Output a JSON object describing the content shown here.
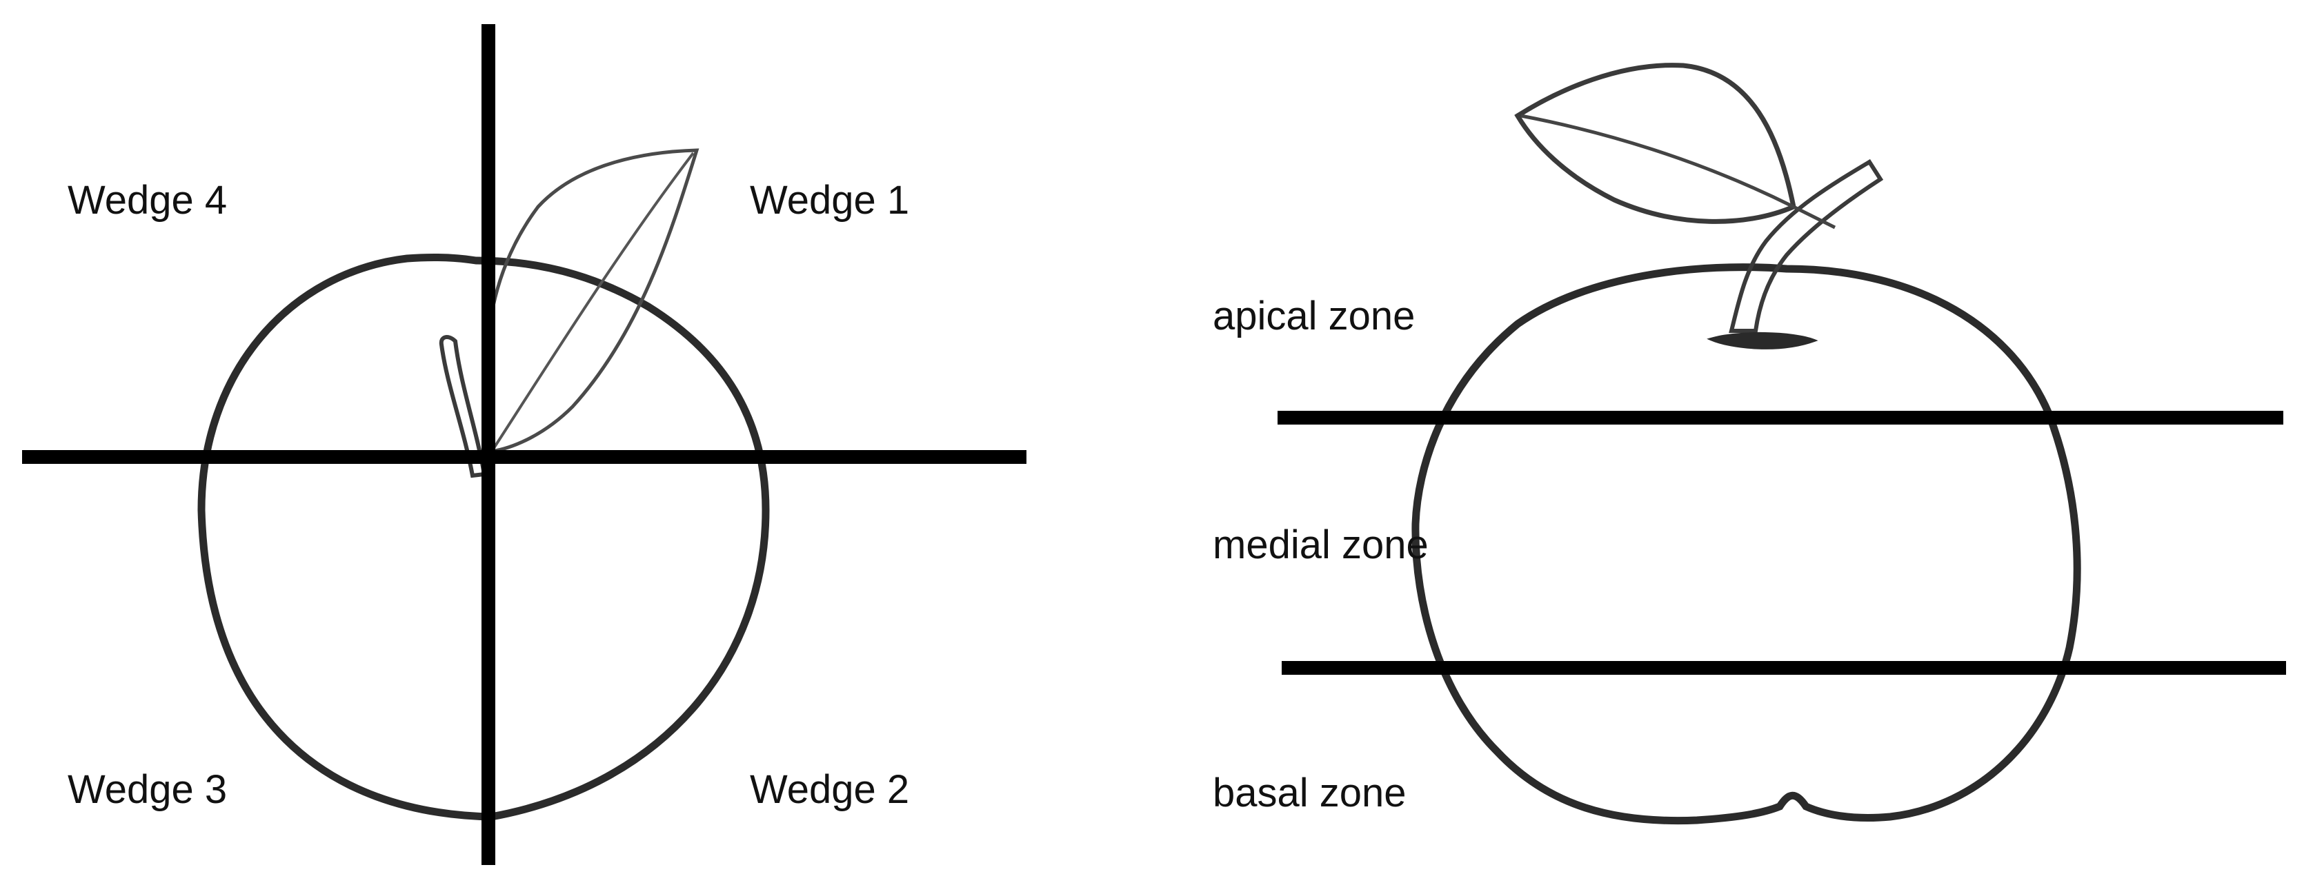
{
  "colors": {
    "ink": "#111111",
    "outline": "#2b2b2b",
    "background": "#ffffff"
  },
  "left_panel": {
    "wedge_labels": {
      "wedge_1": "Wedge 1",
      "wedge_2": "Wedge 2",
      "wedge_3": "Wedge 3",
      "wedge_4": "Wedge 4"
    }
  },
  "right_panel": {
    "zone_labels": {
      "apical": "apical zone",
      "medial": "medial zone",
      "basal": "basal zone"
    }
  }
}
